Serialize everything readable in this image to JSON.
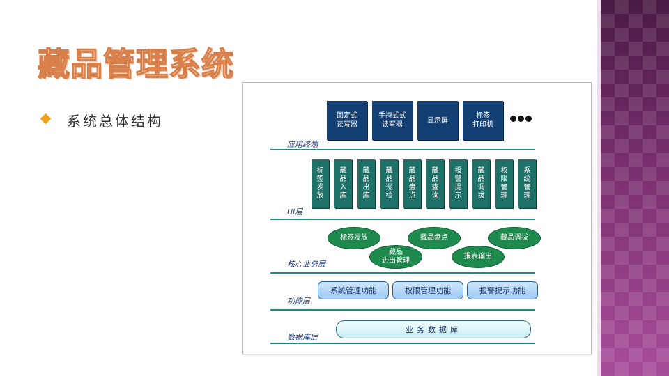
{
  "slide": {
    "title": "藏品管理系统",
    "bullet": "系统总体结构"
  },
  "diagram": {
    "terminals": [
      "固定式\n读写器",
      "手持式式\n读写器",
      "显示屏",
      "标签\n打印机"
    ],
    "more_marker": "ellipsis",
    "ui_modules": [
      "标\n签\n发\n放",
      "藏\n品\n入\n库",
      "藏\n品\n出\n库",
      "藏\n品\n巡\n检",
      "藏\n品\n盘\n点",
      "藏\n品\n查\n询",
      "报\n警\n提\n示",
      "藏\n品\n调\n拔",
      "权\n限\n管\n理",
      "系\n统\n管\n理"
    ],
    "business": [
      "标签发放",
      "藏品盘点",
      "藏品调拔",
      "藏品\n进出管理",
      "报表输出"
    ],
    "functions": [
      "系统管理功能",
      "权限管理功能",
      "报警提示功能"
    ],
    "database": "业务数据库",
    "layers": {
      "terminal": "应用终端",
      "ui": "UI层",
      "business": "核心业务层",
      "function": "功能层",
      "database": "数据库层"
    }
  },
  "colors": {
    "terminal_box": "#133f72",
    "ui_box": "#1e7168",
    "business_ellipse": "#1e8a4e",
    "function_box": "#9ccbf5",
    "layer_rule": "#1e8a80",
    "side_band": "#7a2f70",
    "bullet": "#f0a020"
  }
}
